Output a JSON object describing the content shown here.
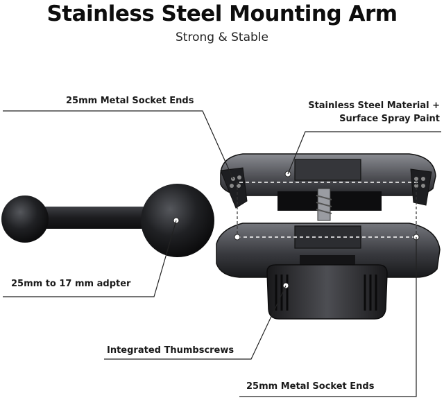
{
  "header": {
    "title": "Stainless Steel Mounting Arm",
    "subtitle": "Strong & Stable"
  },
  "callouts": {
    "socket_ends_top": "25mm Metal Socket Ends",
    "material_line1": "Stainless Steel Material +",
    "material_line2": "Surface Spray Paint",
    "adapter": "25mm to 17 mm adpter",
    "thumbscrews": "Integrated Thumbscrews",
    "socket_ends_bottom": "25mm Metal Socket Ends"
  },
  "colors": {
    "metal_dark": "#1b1b1d",
    "metal_mid": "#3a3b3f",
    "metal_light": "#6e7076",
    "leader_line": "#222222"
  }
}
